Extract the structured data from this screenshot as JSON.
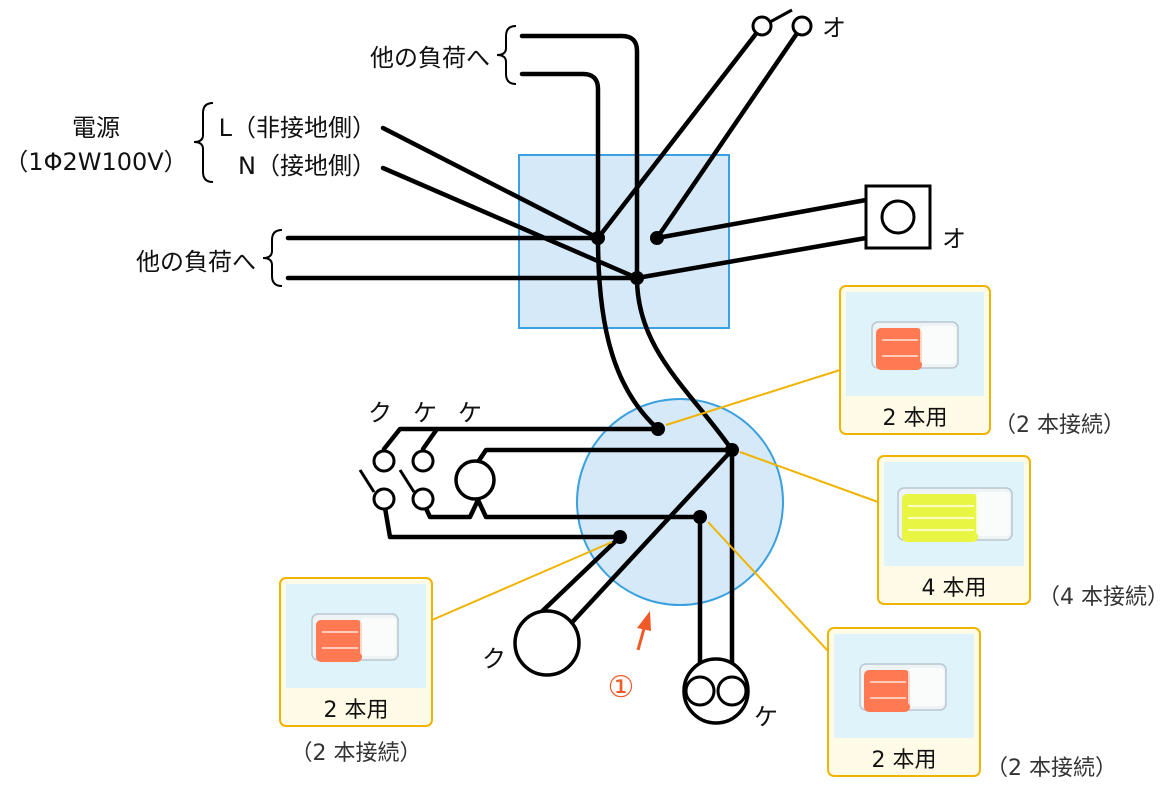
{
  "labels": {
    "other_load_top": "他の負荷へ",
    "other_load_mid": "他の負荷へ",
    "power_title": "電源",
    "power_spec": "（1Φ2W100V）",
    "line_l": "L（非接地側）",
    "line_n": "N（接地側）",
    "o_switch": "オ",
    "o_outlet": "オ",
    "sw_ku": "ク",
    "sw_ke1": "ケ",
    "sw_ke2": "ケ",
    "lamp_ku": "ク",
    "lamp_ke": "ケ",
    "marker": "①"
  },
  "connectors": [
    {
      "id": "top-right",
      "name": "2 本用",
      "caption": "（2 本接続）",
      "body_color": "#ff7a52"
    },
    {
      "id": "mid-right",
      "name": "4 本用",
      "caption": "（4 本接続）",
      "body_color": "#e8f542"
    },
    {
      "id": "bottom-left",
      "name": "2 本用",
      "caption": "（2 本接続）",
      "body_color": "#ff7a52"
    },
    {
      "id": "bottom-right",
      "name": "2 本用",
      "caption": "（2 本接続）",
      "body_color": "#ff7a52"
    }
  ],
  "colors": {
    "box_fill": "#d6e9f8",
    "box_stroke": "#3aa0e0",
    "leader": "#f0b400",
    "marker": "#f05a28"
  }
}
